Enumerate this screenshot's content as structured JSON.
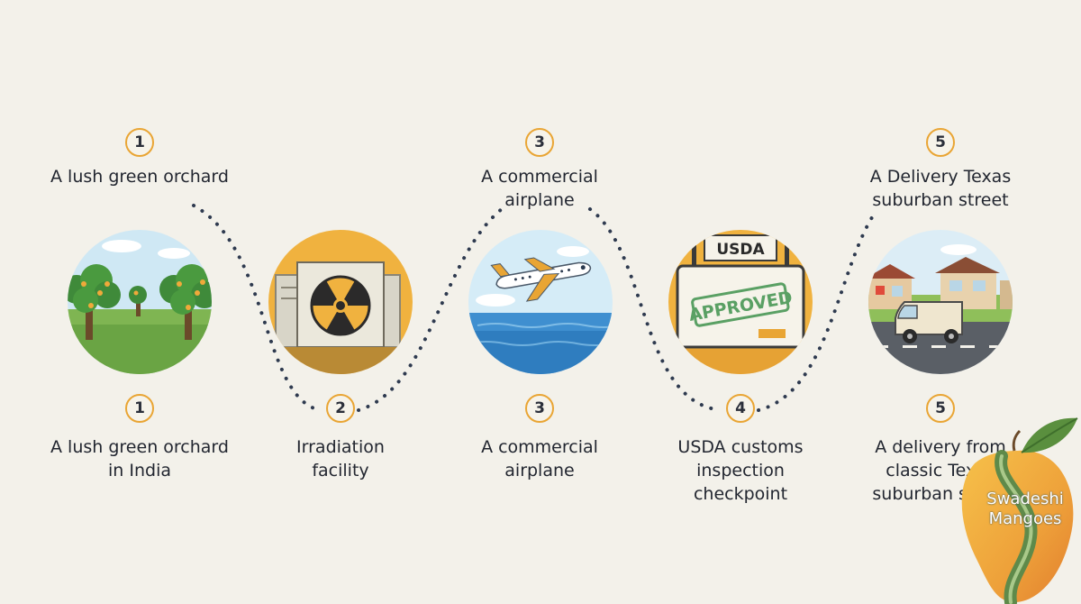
{
  "steps_top": [
    {
      "number": "1",
      "label": "A lush green orchard"
    },
    {
      "number": "3",
      "label": "A commercial airplane"
    },
    {
      "number": "5",
      "label": "A Delivery Texas suburban street"
    }
  ],
  "steps_bottom": [
    {
      "number": "1",
      "label": "A lush green orchard in India"
    },
    {
      "number": "2",
      "label": "Irradiation facility"
    },
    {
      "number": "3",
      "label": "A commercial airplane"
    },
    {
      "number": "4",
      "label": "USDA customs inspection checkpoint"
    },
    {
      "number": "5",
      "label": "A delivery from classic Texas suburban street"
    }
  ],
  "icons": [
    "orchard-icon",
    "radiation-icon",
    "airplane-icon",
    "usda-approved-icon",
    "delivery-van-icon"
  ],
  "sign": {
    "header": "USDA",
    "stamp": "APPROVED"
  },
  "brand": {
    "line1": "Swadeshi",
    "line2": "Mangoes"
  },
  "colors": {
    "accent": "#e9a534",
    "background": "#f3f1ea",
    "dots": "#2e3a4f",
    "stamp": "#5aa064"
  }
}
